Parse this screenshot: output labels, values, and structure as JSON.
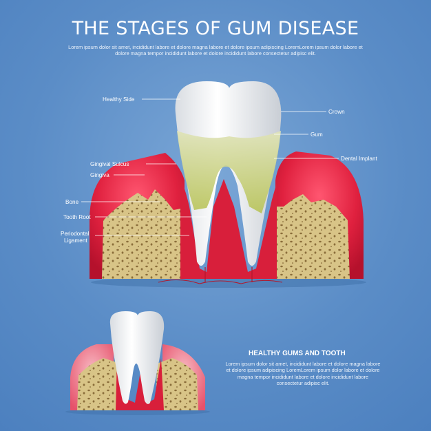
{
  "title": "THE STAGES OF GUM DISEASE",
  "description": "Lorem ipsum dolor sit amet,  incididunt labore et dolore magna labore et dolore ipsum adipiscing LoremLorem ipsum dolor labore et dolore magna tempor incididunt labore et dolore incididunt labore consectetur adipisc elit.",
  "labels": {
    "left": [
      "Healthy Side",
      "Gingival Sulcus",
      "Gingiva",
      "Bone",
      "Tooth Root",
      "Periodontal",
      "Ligament"
    ],
    "right": [
      "Crown",
      "Gum",
      "Dental Implant"
    ]
  },
  "bottom": {
    "title": "HEALTHY GUMS AND TOOTH",
    "description": "Lorem ipsum dolor sit amet,  incididunt labore et dolore magna labore et dolore ipsum adipiscing LoremLorem ipsum dolor labore et dolore magna tempor incididunt labore et dolore incididunt labore consectetur adipisc elit."
  },
  "colors": {
    "background": "#5b8dc7",
    "gum": "#e0213f",
    "bone": "#d9c58a",
    "tooth": "#f4f6f8",
    "plaque": "#c9d07a"
  }
}
